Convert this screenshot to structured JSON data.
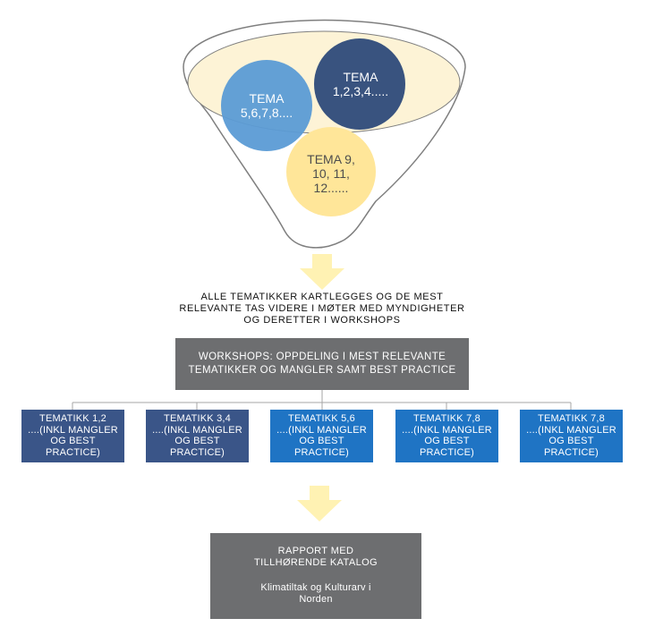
{
  "funnel": {
    "circles": [
      {
        "id": "blue",
        "lines": [
          "TEMA",
          "5,6,7,8...."
        ],
        "color": "#5b9bd5"
      },
      {
        "id": "navy",
        "lines": [
          "TEMA",
          "1,2,3,4....."
        ],
        "color": "#2e4a7a"
      },
      {
        "id": "yellow",
        "lines": [
          "TEMA 9,",
          "10, 11,",
          "12......"
        ],
        "color": "#ffe699"
      }
    ],
    "rim_fill": "#fdf3d6",
    "outline_color": "#7f7f7f"
  },
  "arrow_color": "#fff2b3",
  "caption_lines": [
    "ALLE TEMATIKKER KARTLEGGES OG DE MEST",
    "RELEVANTE TAS VIDERE I MØTER MED MYNDIGHETER",
    "OG DERETTER I WORKSHOPS"
  ],
  "workshop_lines": [
    "WORKSHOPS: OPPDELING I MEST RELEVANTE",
    "TEMATIKKER OG MANGLER SAMT BEST PRACTICE"
  ],
  "themes": [
    {
      "lines": [
        "TEMATIKK 1,2",
        "....(INKL MANGLER",
        "OG BEST",
        "PRACTICE)"
      ],
      "style": "dark"
    },
    {
      "lines": [
        "TEMATIKK 3,4",
        "....(INKL MANGLER",
        "OG BEST",
        "PRACTICE)"
      ],
      "style": "dark"
    },
    {
      "lines": [
        "TEMATIKK 5,6",
        "....(INKL MANGLER",
        "OG BEST",
        "PRACTICE)"
      ],
      "style": "blue"
    },
    {
      "lines": [
        "TEMATIKK 7,8",
        "....(INKL MANGLER",
        "OG BEST",
        "PRACTICE)"
      ],
      "style": "blue"
    },
    {
      "lines": [
        "TEMATIKK 7,8",
        "....(INKL MANGLER",
        "OG BEST",
        "PRACTICE)"
      ],
      "style": "blue"
    }
  ],
  "report": {
    "title_lines": [
      "RAPPORT MED",
      "TILLHØRENDE  KATALOG"
    ],
    "sub_lines": [
      "Klimatiltak og Kulturarv i",
      "Norden"
    ]
  }
}
